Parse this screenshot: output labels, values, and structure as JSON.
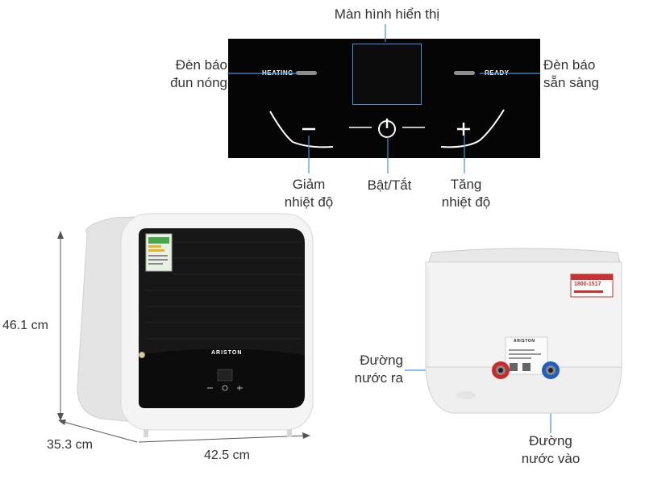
{
  "control_panel": {
    "heating_text": "HEATING",
    "ready_text": "READY",
    "display_label": "Màn hình hiển thị",
    "heating_light_label": [
      "Đèn báo",
      "đun nóng"
    ],
    "ready_light_label": [
      "Đèn báo",
      "sẵn sàng"
    ],
    "decrease_label": [
      "Giảm",
      "nhiệt độ"
    ],
    "power_label": "Bật/Tắt",
    "increase_label": [
      "Tăng",
      "nhiệt độ"
    ]
  },
  "front_view": {
    "brand": "ARISTON",
    "height": "46.1 cm",
    "depth": "35.3 cm",
    "width": "42.5 cm"
  },
  "back_view": {
    "hotline": "1800-1517",
    "outlet_label": [
      "Đường",
      "nước ra"
    ],
    "inlet_label": [
      "Đường",
      "nước vào"
    ]
  },
  "colors": {
    "panel": "#050505",
    "callout_line": "#4a90d9",
    "body_white": "#f3f3f3",
    "outlet_red": "#d42a2a",
    "inlet_blue": "#1f5fbf"
  }
}
